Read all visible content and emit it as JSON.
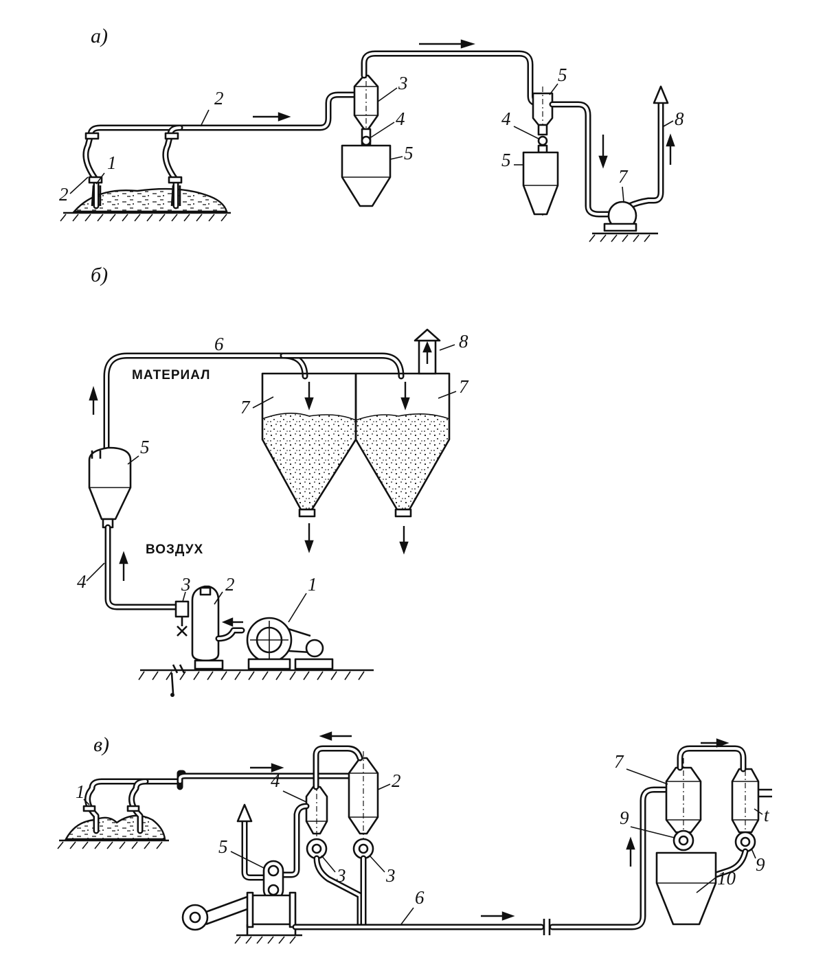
{
  "sections": {
    "a": {
      "label": "а)"
    },
    "b": {
      "label": "б)"
    },
    "c": {
      "label": "в)"
    }
  },
  "callouts": {
    "a": [
      "1",
      "2",
      "2",
      "3",
      "4",
      "5",
      "4",
      "5",
      "5",
      "7",
      "8"
    ],
    "b": [
      "1",
      "2",
      "3",
      "4",
      "5",
      "6",
      "7",
      "7",
      "8"
    ],
    "c": [
      "1",
      "2",
      "3",
      "3",
      "4",
      "5",
      "6",
      "7",
      "9",
      "9",
      "10",
      "t"
    ]
  },
  "captions": {
    "material": "МАТЕРИАЛ",
    "air": "ВОЗДУХ"
  }
}
